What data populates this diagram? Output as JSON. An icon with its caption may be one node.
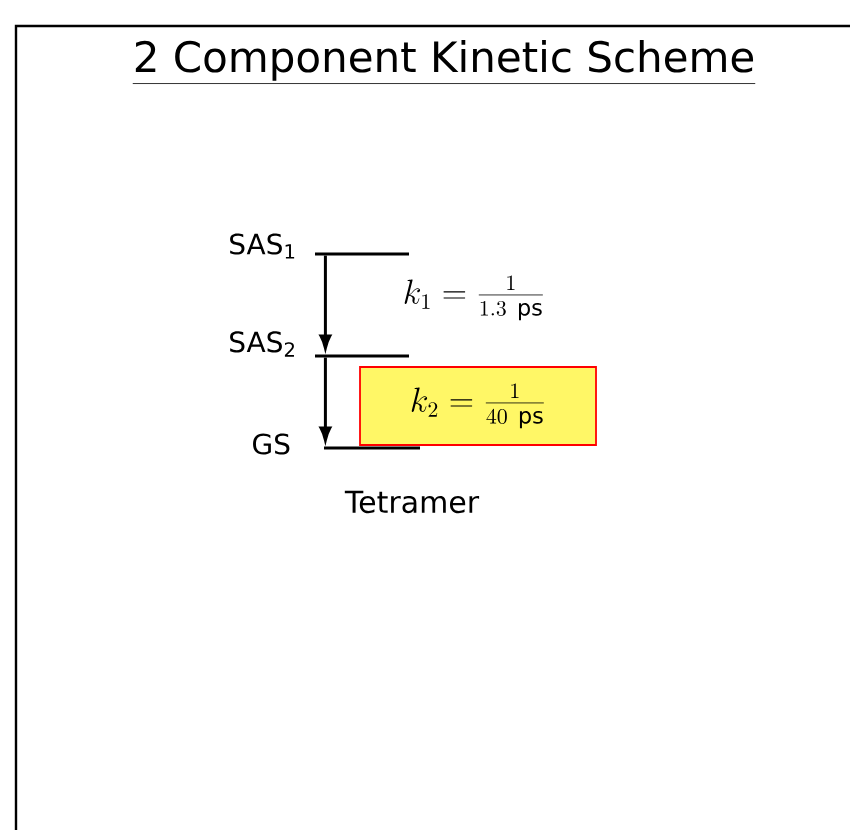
{
  "diagram": {
    "title": "2 Component Kinetic Scheme",
    "nodes": [
      {
        "text": [],
        "shape": "bar",
        "beside": [
          "SAS$_{1}$"
        ]
      },
      {
        "text": [],
        "shape": "bar",
        "beside": [
          "SAS$_{2}$"
        ]
      },
      {
        "text": [],
        "shape": "bar",
        "beside": [
          "GS"
        ]
      },
      {
        "text": [
          "k_2 = \\frac{1}{40\\ \\mathrm{ps}}"
        ]
      }
    ],
    "edges": [
      {
        "from": 0,
        "to": 1,
        "arrow": "to"
      },
      {
        "from": 1,
        "to": 2,
        "arrow": "to"
      }
    ],
    "labels": [
      "k_1 = \\frac{1}{1.3\\ \\mathrm{ps}}",
      "Tetramer"
    ]
  }
}
